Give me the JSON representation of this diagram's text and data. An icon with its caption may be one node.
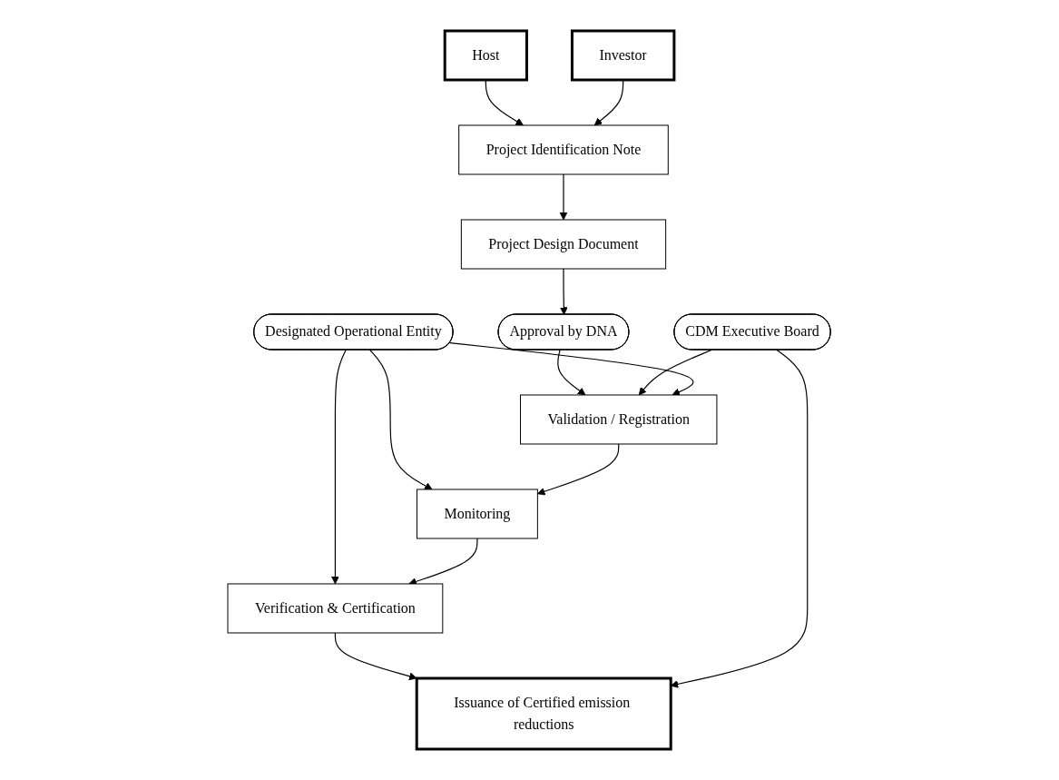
{
  "diagram": {
    "nodes": [
      {
        "text": [
          "Host"
        ]
      },
      {
        "text": [
          "Investor"
        ]
      },
      {
        "text": [
          "Project Identification Note"
        ]
      },
      {
        "text": [
          "Project Design Document"
        ]
      },
      {
        "text": [
          "Approval by DNA"
        ]
      },
      {
        "text": [
          "CDM Executive Board"
        ]
      },
      {
        "text": [
          "Designated Operational Entity"
        ]
      },
      {
        "text": [
          "Validation / Registration"
        ]
      },
      {
        "text": [
          "Monitoring"
        ]
      },
      {
        "text": [
          "Verification & Certification"
        ]
      },
      {
        "text": [
          "Issuance of Certified emission reductions"
        ]
      }
    ],
    "edges": [
      {
        "from": 0,
        "to": 2,
        "arrow": "to"
      },
      {
        "from": 1,
        "to": 2,
        "arrow": "to"
      },
      {
        "from": 2,
        "to": 3,
        "arrow": "to"
      },
      {
        "from": 3,
        "to": 4,
        "arrow": "to"
      },
      {
        "from": 4,
        "to": 7,
        "arrow": "to"
      },
      {
        "from": 5,
        "to": 7,
        "arrow": "to"
      },
      {
        "from": 6,
        "to": 7,
        "arrow": "to"
      },
      {
        "from": 6,
        "to": 8,
        "arrow": "to"
      },
      {
        "from": 6,
        "to": 9,
        "arrow": "to"
      },
      {
        "from": 7,
        "to": 8,
        "arrow": "to"
      },
      {
        "from": 8,
        "to": 9,
        "arrow": "to"
      },
      {
        "from": 9,
        "to": 10,
        "arrow": "to"
      },
      {
        "from": 5,
        "to": 10,
        "arrow": "to"
      }
    ]
  }
}
